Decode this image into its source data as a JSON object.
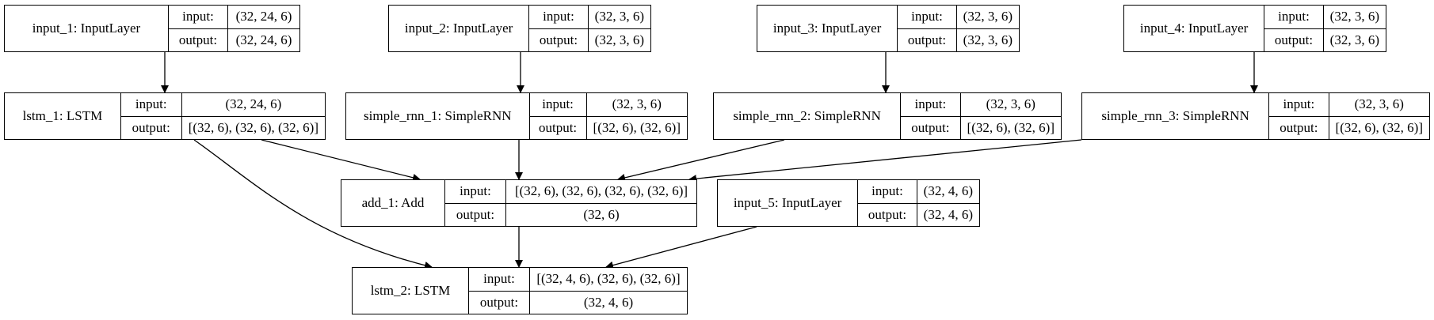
{
  "nodes": [
    {
      "id": "input_1",
      "label": "input_1: InputLayer",
      "input": "(32, 24, 6)",
      "output": "(32, 24, 6)"
    },
    {
      "id": "input_2",
      "label": "input_2: InputLayer",
      "input": "(32, 3, 6)",
      "output": "(32, 3, 6)"
    },
    {
      "id": "input_3",
      "label": "input_3: InputLayer",
      "input": "(32, 3, 6)",
      "output": "(32, 3, 6)"
    },
    {
      "id": "input_4",
      "label": "input_4: InputLayer",
      "input": "(32, 3, 6)",
      "output": "(32, 3, 6)"
    },
    {
      "id": "lstm_1",
      "label": "lstm_1: LSTM",
      "input": "(32, 24, 6)",
      "output": "[(32, 6), (32, 6), (32, 6)]"
    },
    {
      "id": "simple_rnn_1",
      "label": "simple_rnn_1: SimpleRNN",
      "input": "(32, 3, 6)",
      "output": "[(32, 6), (32, 6)]"
    },
    {
      "id": "simple_rnn_2",
      "label": "simple_rnn_2: SimpleRNN",
      "input": "(32, 3, 6)",
      "output": "[(32, 6), (32, 6)]"
    },
    {
      "id": "simple_rnn_3",
      "label": "simple_rnn_3: SimpleRNN",
      "input": "(32, 3, 6)",
      "output": "[(32, 6), (32, 6)]"
    },
    {
      "id": "add_1",
      "label": "add_1: Add",
      "input": "[(32, 6), (32, 6), (32, 6), (32, 6)]",
      "output": "(32, 6)"
    },
    {
      "id": "input_5",
      "label": "input_5: InputLayer",
      "input": "(32, 4, 6)",
      "output": "(32, 4, 6)"
    },
    {
      "id": "lstm_2",
      "label": "lstm_2: LSTM",
      "input": "[(32, 4, 6), (32, 6), (32, 6)]",
      "output": "(32, 4, 6)"
    }
  ],
  "col_labels": {
    "input": "input:",
    "output": "output:"
  },
  "edges": [
    [
      "input_1",
      "lstm_1"
    ],
    [
      "input_2",
      "simple_rnn_1"
    ],
    [
      "input_3",
      "simple_rnn_2"
    ],
    [
      "input_4",
      "simple_rnn_3"
    ],
    [
      "lstm_1",
      "add_1"
    ],
    [
      "simple_rnn_1",
      "add_1"
    ],
    [
      "simple_rnn_2",
      "add_1"
    ],
    [
      "simple_rnn_3",
      "add_1"
    ],
    [
      "add_1",
      "lstm_2"
    ],
    [
      "input_5",
      "lstm_2"
    ],
    [
      "lstm_1",
      "lstm_2"
    ]
  ]
}
